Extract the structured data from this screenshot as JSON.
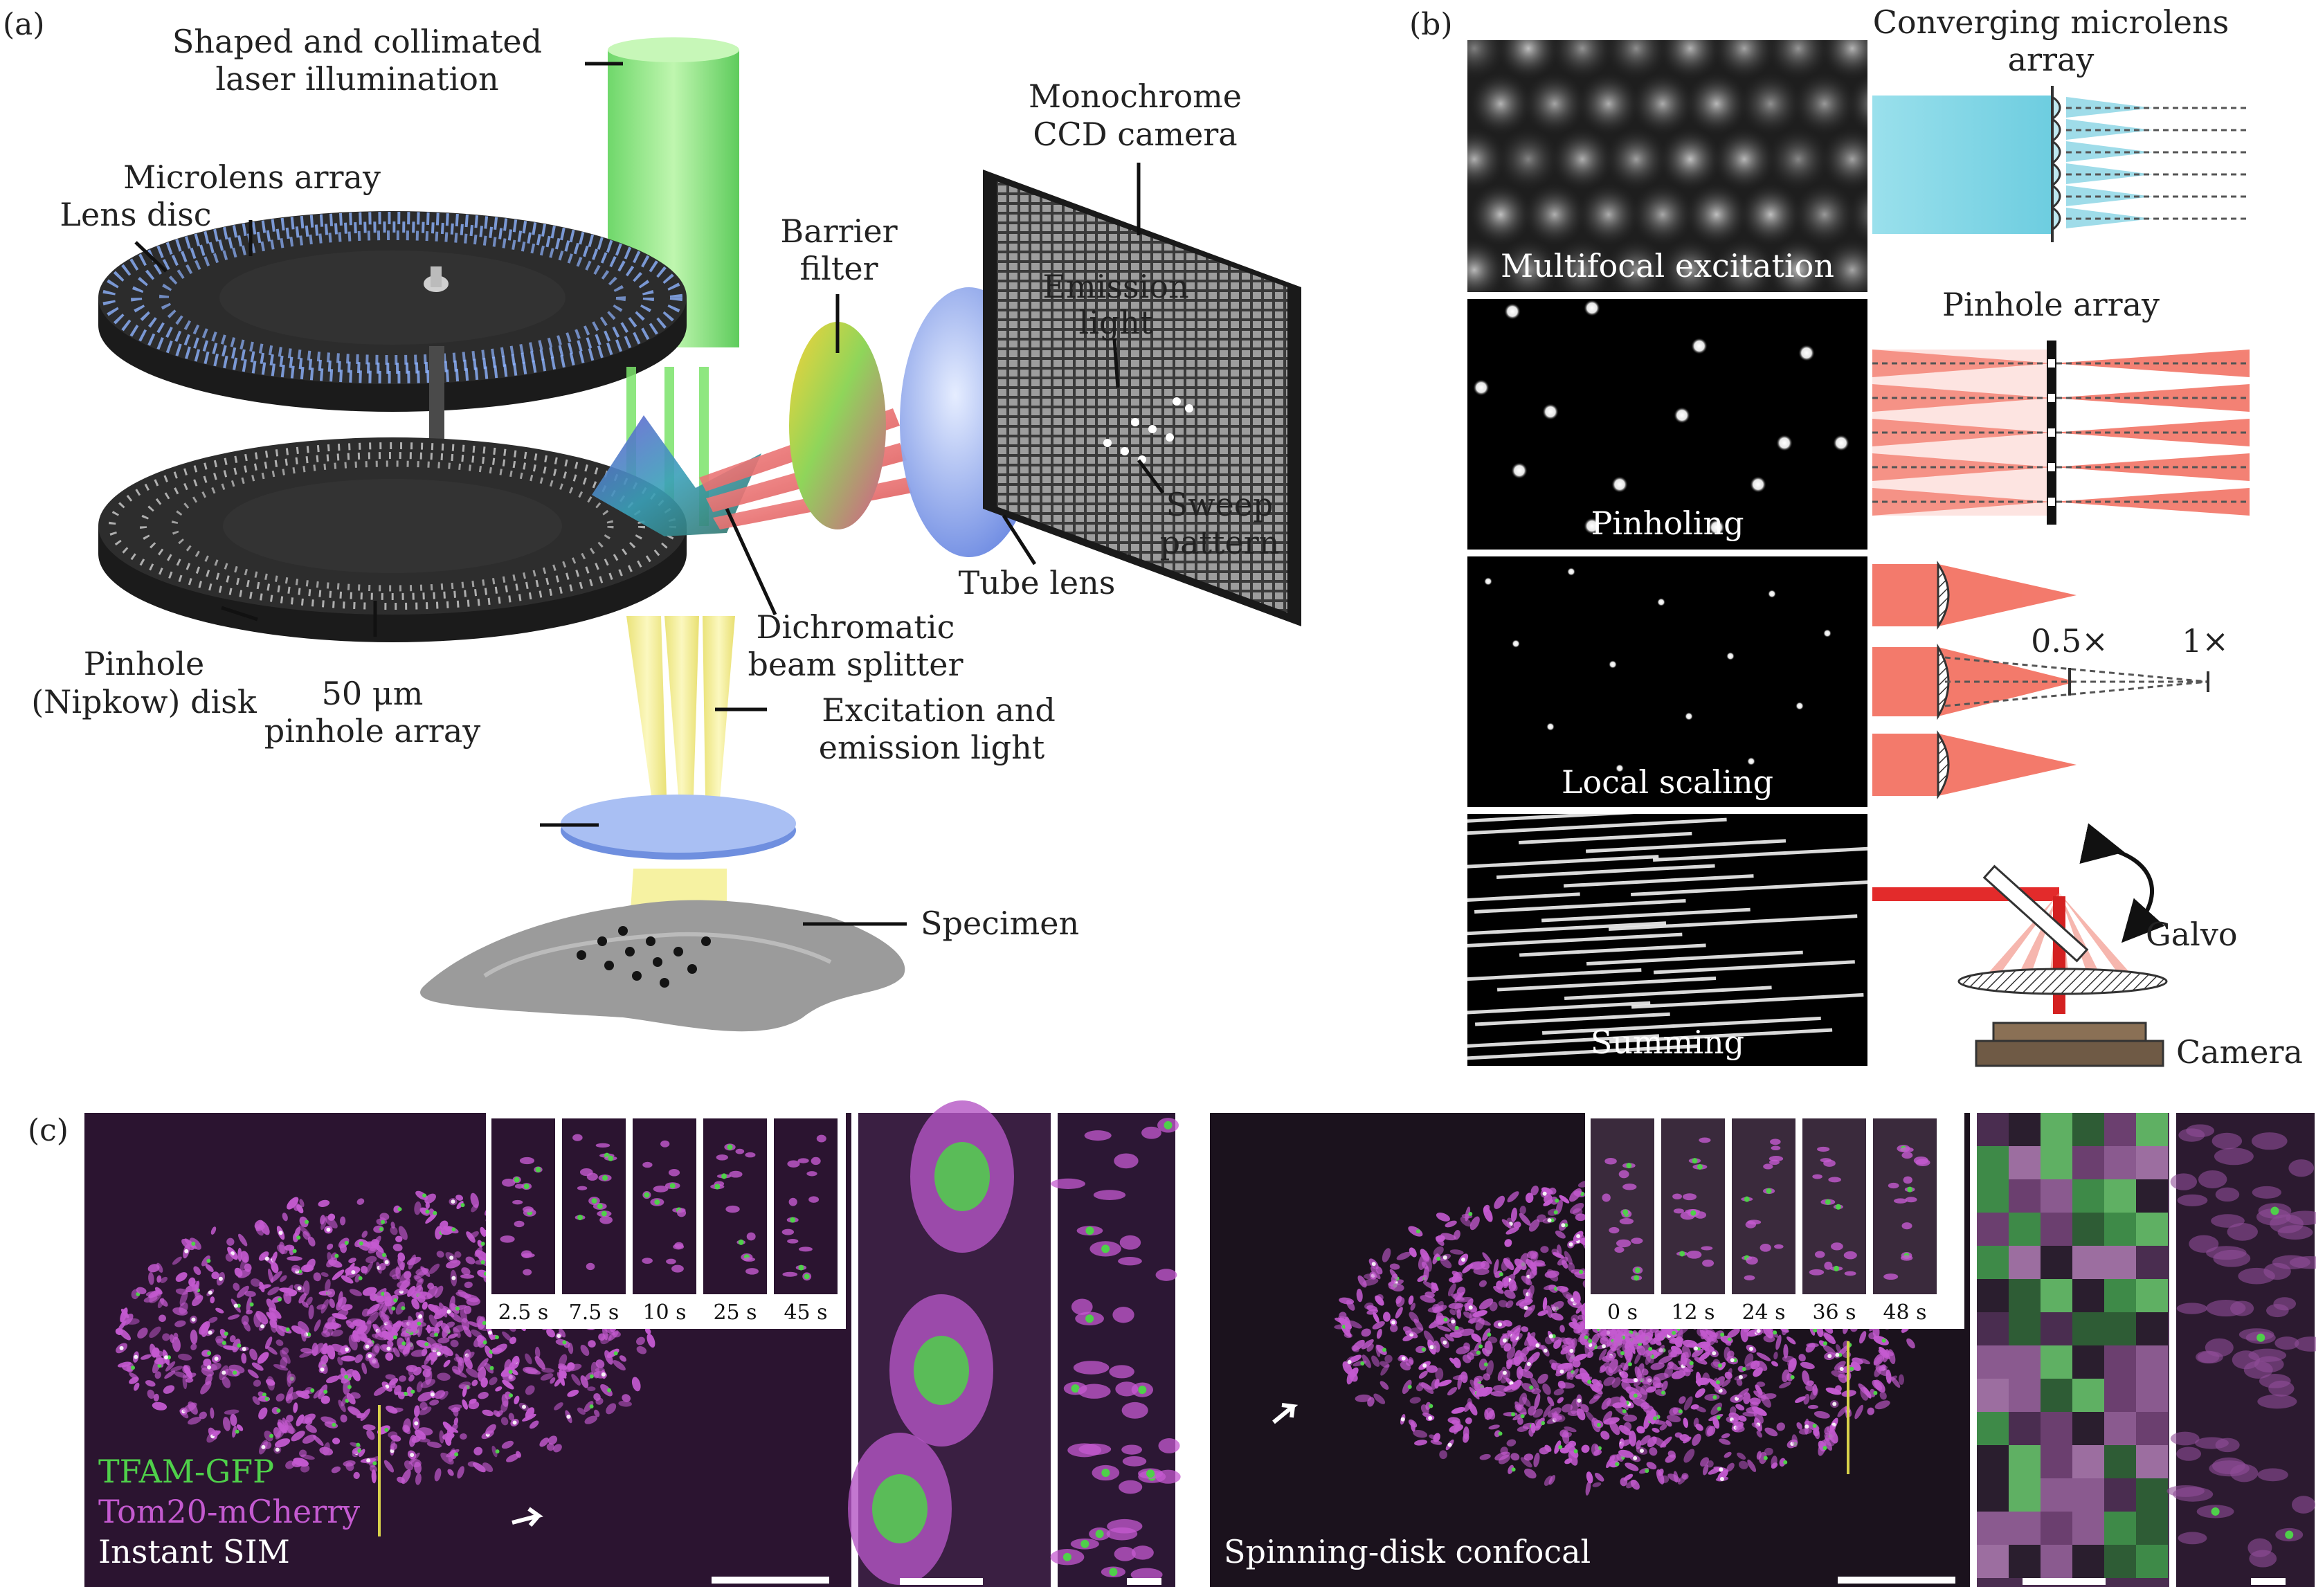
{
  "panel_a": {
    "tag": "(a)",
    "labels": {
      "laser_1": "Shaped and collimated",
      "laser_2": "laser illumination",
      "microlens_array": "Microlens array",
      "lens_disc": "Lens disc",
      "barrier_1": "Barrier",
      "barrier_2": "filter",
      "camera_1": "Monochrome",
      "camera_2": "CCD camera",
      "emission_1": "Emission",
      "emission_2": "light",
      "sweep_1": "Sweep",
      "sweep_2": "pattern",
      "tube_lens": "Tube lens",
      "dichro_1": "Dichromatic",
      "dichro_2": "beam splitter",
      "pinhole_1": "Pinhole",
      "pinhole_2": "(Nipkow) disk",
      "array_1": "50 μm",
      "array_2": "pinhole array",
      "excit_1": "Excitation and",
      "excit_2": "emission light",
      "specimen": "Specimen"
    }
  },
  "panel_b": {
    "tag": "(b)",
    "rows": [
      {
        "image_label": "Multifocal excitation",
        "diagram_label": "Converging microlens",
        "diagram_label_2": "array"
      },
      {
        "image_label": "Pinholing",
        "diagram_label": "Pinhole array"
      },
      {
        "image_label": "Local scaling",
        "scale_a": "0.5×",
        "scale_b": "1×"
      },
      {
        "image_label": "Summing",
        "galvo": "Galvo",
        "camera": "Camera"
      }
    ]
  },
  "panel_c": {
    "tag": "(c)",
    "left": {
      "legend_green": "TFAM-GFP",
      "legend_magenta": "Tom20-mCherry",
      "method": "Instant SIM",
      "timepoints": [
        "2.5 s",
        "7.5 s",
        "10 s",
        "25 s",
        "45 s"
      ]
    },
    "right": {
      "method": "Spinning-disk confocal",
      "timepoints": [
        "0 s",
        "12 s",
        "24 s",
        "36 s",
        "48 s"
      ]
    }
  },
  "colors": {
    "laser_green": "#7be36a",
    "emission_red": "#f06a6a",
    "excitation_yellow": "#f2ec7a",
    "micro_bg": "#2b1430",
    "mito_magenta": "#c45ad0",
    "tfam_green": "#4fd04a"
  }
}
